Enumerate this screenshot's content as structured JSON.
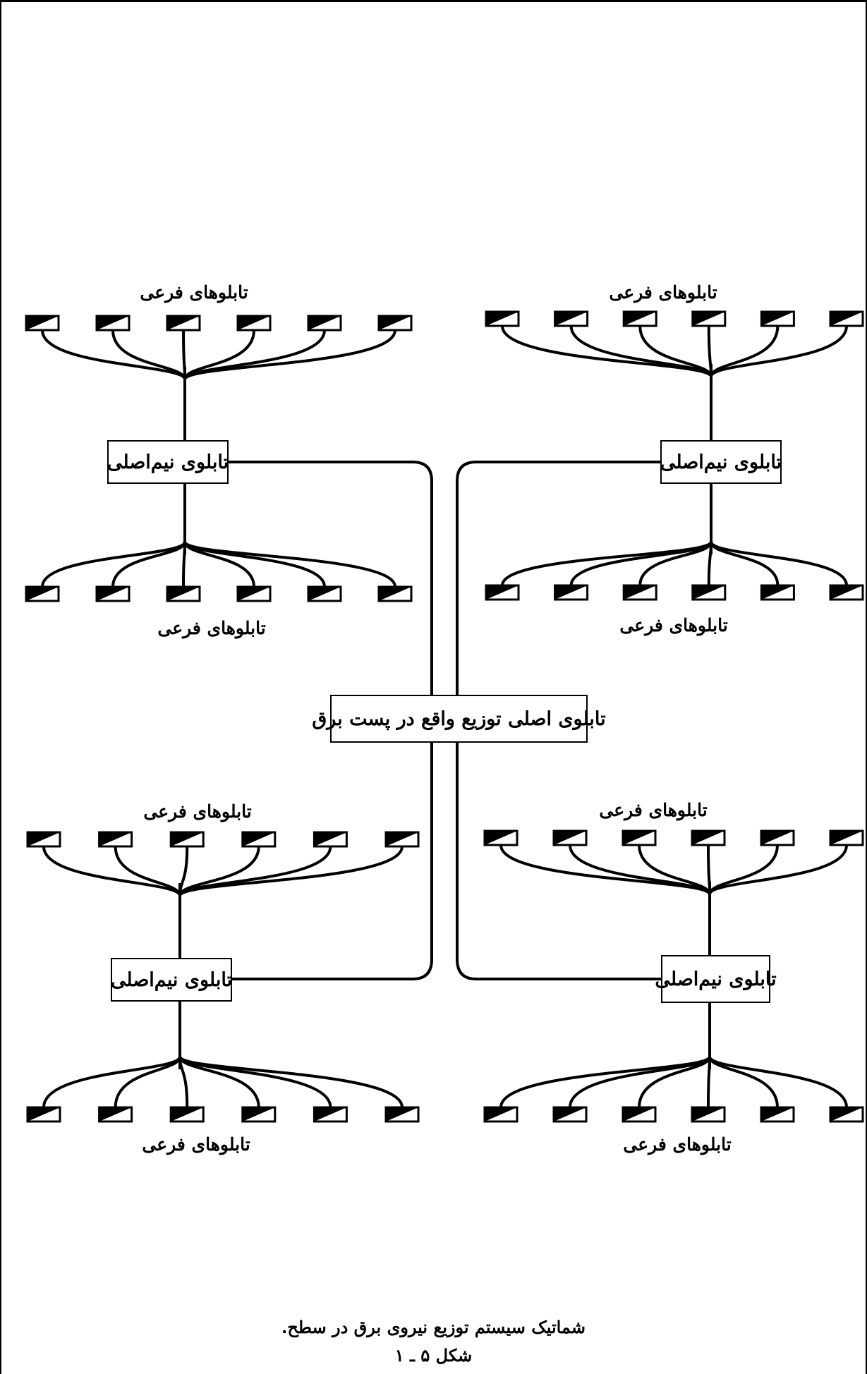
{
  "diagram": {
    "main_panel_label": "تابلوی اصلی توزیع واقع در پست برق",
    "groups": [
      {
        "id": "top-left",
        "semi_main_label": "تابلوی نیم‌اصلی",
        "top_feeders_label": "تابلوهای فرعی",
        "bottom_feeders_label": "تابلوهای فرعی"
      },
      {
        "id": "top-right",
        "semi_main_label": "تابلوی نیم‌اصلی",
        "top_feeders_label": "تابلوهای فرعی",
        "bottom_feeders_label": "تابلوهای فرعی"
      },
      {
        "id": "bottom-left",
        "semi_main_label": "تابلوی نیم‌اصلی",
        "top_feeders_label": "تابلوهای فرعی",
        "bottom_feeders_label": "تابلوهای فرعی"
      },
      {
        "id": "bottom-right",
        "semi_main_label": "تابلوی نیم‌اصلی",
        "top_feeders_label": "تابلوهای فرعی",
        "bottom_feeders_label": "تابلوهای فرعی"
      }
    ],
    "feeders_per_row": 6
  },
  "caption": {
    "description": "شماتیک سیستم توزیع نیروی برق در سطح.",
    "figure_number": "شکل ۵ ـ ۱"
  }
}
